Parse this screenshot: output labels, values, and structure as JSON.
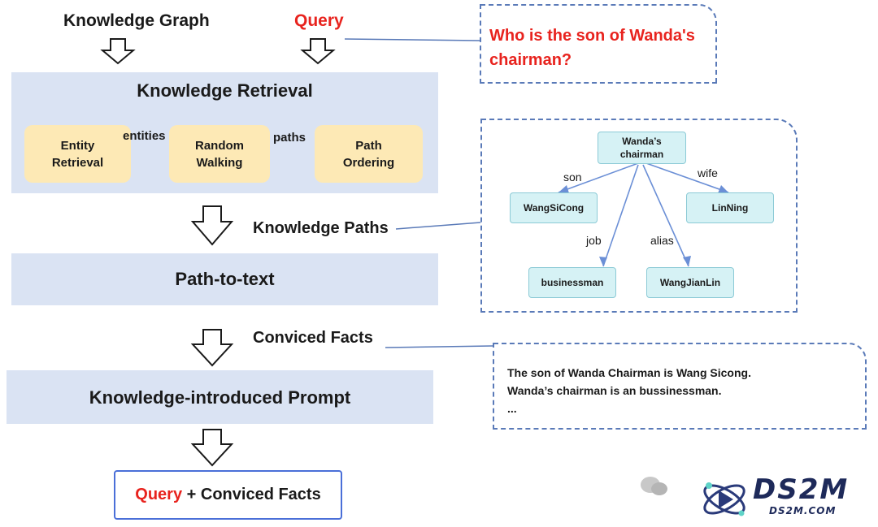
{
  "inputs": {
    "knowledge_graph": "Knowledge Graph",
    "query": "Query"
  },
  "query_box": {
    "text": "Who is the son of Wanda's chairman?"
  },
  "retrieval": {
    "title": "Knowledge Retrieval",
    "steps": [
      "Entity Retrieval",
      "Random Walking",
      "Path Ordering"
    ],
    "step_lines": [
      [
        "Entity",
        "Retrieval"
      ],
      [
        "Random",
        "Walking"
      ],
      [
        "Path",
        "Ordering"
      ]
    ],
    "connectors": [
      "entities",
      "paths"
    ]
  },
  "knowledge_paths_label": "Knowledge Paths",
  "path_to_text": {
    "title": "Path-to-text"
  },
  "conviced_facts_label": "Conviced Facts",
  "prompt": {
    "title": "Knowledge-introduced Prompt"
  },
  "final": {
    "query": "Query",
    "rest": " + Conviced Facts"
  },
  "graph": {
    "root": [
      "Wanda’s",
      "chairman"
    ],
    "nodes": [
      "WangSiCong",
      "LinNing",
      "businessman",
      "WangJianLin"
    ],
    "edges": [
      "son",
      "wife",
      "job",
      "alias"
    ]
  },
  "facts_box": {
    "lines": [
      "The son of Wanda Chairman is Wang Sicong.",
      "Wanda’s chairman is an bussinessman.",
      "..."
    ]
  },
  "watermark": {
    "brand": "DS2M",
    "url": "DS2M.COM"
  },
  "colors": {
    "band": "#dae3f3",
    "yellow": "#fde9b5",
    "node": "#d6f2f5",
    "dash": "#5a7ab8",
    "red": "#e8231e"
  }
}
